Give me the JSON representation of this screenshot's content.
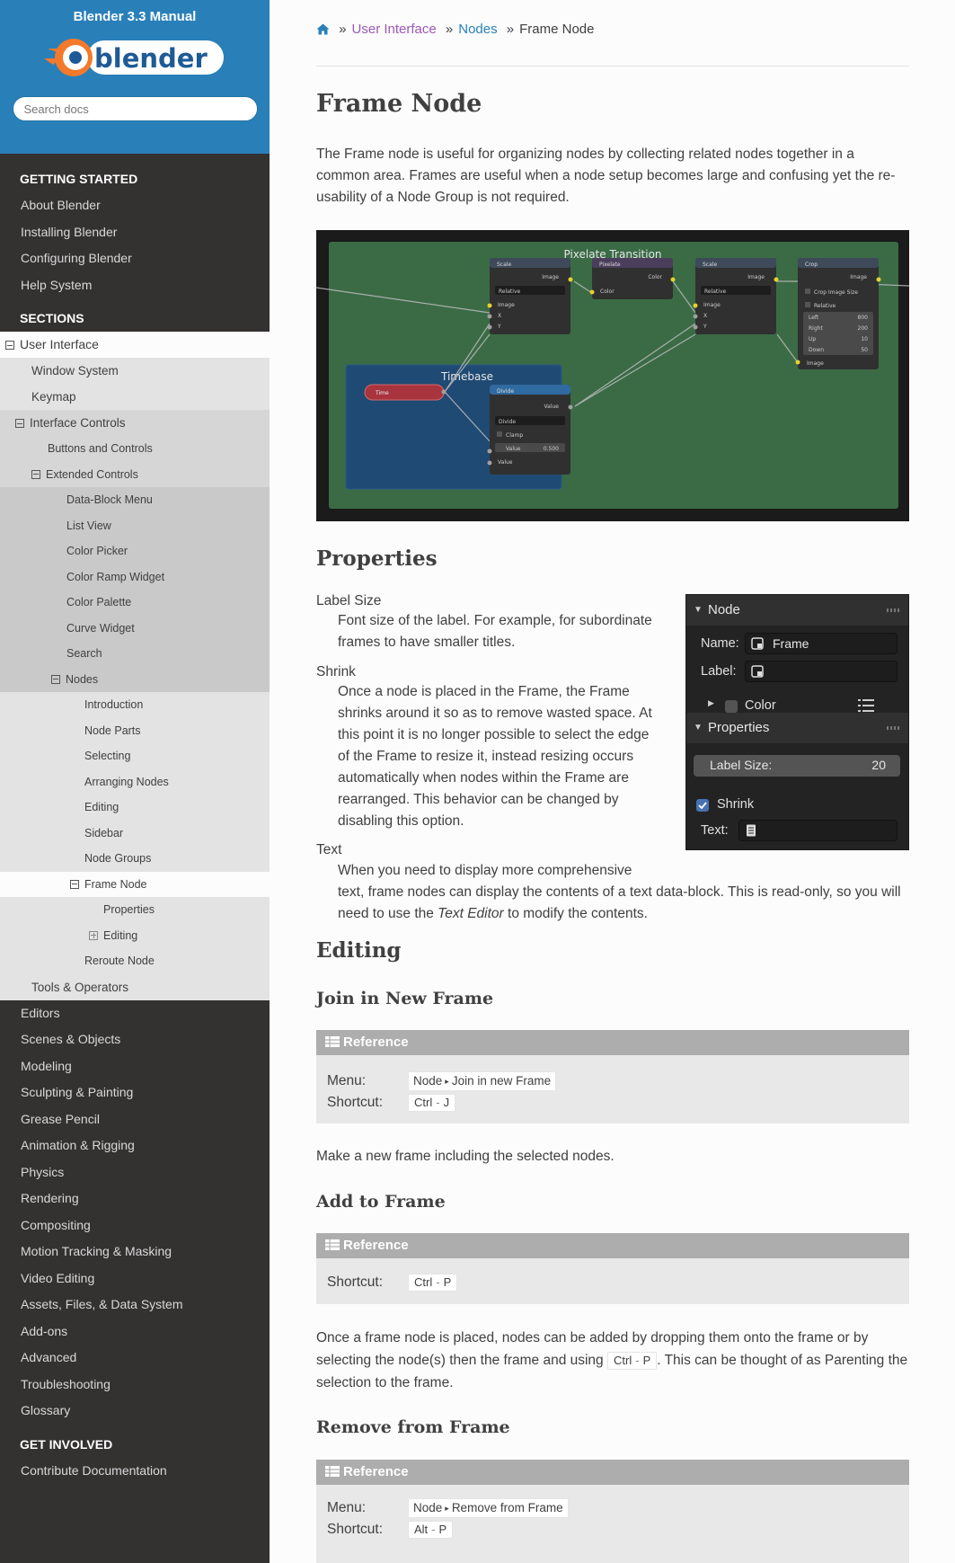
{
  "sidebar": {
    "version": "Blender 3.3 Manual",
    "logo_text": "blender",
    "search_placeholder": "Search docs",
    "cap_getting_started": "GETTING STARTED",
    "getting_started": [
      "About Blender",
      "Installing Blender",
      "Configuring Blender",
      "Help System"
    ],
    "cap_sections": "SECTIONS",
    "ui": {
      "user_interface": "User Interface",
      "window_system": "Window System",
      "keymap": "Keymap",
      "interface_controls": "Interface Controls",
      "buttons_and_controls": "Buttons and Controls",
      "extended_controls": "Extended Controls",
      "extended_items": [
        "Data-Block Menu",
        "List View",
        "Color Picker",
        "Color Ramp Widget",
        "Color Palette",
        "Curve Widget",
        "Search"
      ],
      "nodes": "Nodes",
      "node_items": [
        "Introduction",
        "Node Parts",
        "Selecting",
        "Arranging Nodes",
        "Editing",
        "Sidebar",
        "Node Groups"
      ],
      "frame_node": "Frame Node",
      "frame_properties": "Properties",
      "frame_editing": "Editing",
      "reroute_node": "Reroute Node",
      "tools_operators": "Tools & Operators"
    },
    "sections": [
      "Editors",
      "Scenes & Objects",
      "Modeling",
      "Sculpting & Painting",
      "Grease Pencil",
      "Animation & Rigging",
      "Physics",
      "Rendering",
      "Compositing",
      "Motion Tracking & Masking",
      "Video Editing",
      "Assets, Files, & Data System",
      "Add-ons",
      "Advanced",
      "Troubleshooting",
      "Glossary"
    ],
    "cap_get_involved": "GET INVOLVED",
    "get_involved": [
      "Contribute Documentation"
    ]
  },
  "breadcrumbs": {
    "sep": "»",
    "items": [
      "User Interface",
      "Nodes",
      "Frame Node"
    ]
  },
  "page": {
    "title": "Frame Node",
    "intro": "The Frame node is useful for organizing nodes by collecting related nodes together in a common area. Frames are useful when a node setup becomes large and confusing yet the re-usability of a Node Group is not required.",
    "graph": {
      "frame_main": "Pixelate Transition",
      "frame_timebase": "Timebase",
      "nodes": {
        "scale1": "Scale",
        "pixelate": "Pixelate",
        "scale2": "Scale",
        "crop": "Crop",
        "time": "Time",
        "divide": "Divide"
      },
      "sockets": {
        "image": "Image",
        "color": "Color",
        "relative": "Relative",
        "x": "X",
        "y": "Y",
        "value": "Value",
        "divide": "Divide",
        "clamp": "Clamp",
        "crop_image_size": "Crop Image Size",
        "left": "Left",
        "left_v": "800",
        "right": "Right",
        "right_v": "200",
        "up": "Up",
        "up_v": "10",
        "down": "Down",
        "down_v": "50",
        "value_v": "0.500"
      }
    },
    "properties_heading": "Properties",
    "defs": [
      {
        "term": "Label Size",
        "desc": "Font size of the label. For example, for subordinate frames to have smaller titles."
      },
      {
        "term": "Shrink",
        "desc": "Once a node is placed in the Frame, the Frame shrinks around it so as to remove wasted space. At this point it is no longer possible to select the edge of the Frame to resize it, instead resizing occurs automatically when nodes within the Frame are rearranged. This behavior can be changed by disabling this option."
      },
      {
        "term": "Text",
        "desc_a": "When you need to display more comprehensive",
        "desc_b": "text, frame nodes can display the contents of a text data-block. This is read-only, so you will need to use the ",
        "desc_em": "Text Editor",
        "desc_c": " to modify the contents."
      }
    ],
    "panel": {
      "node_header": "Node",
      "name_label": "Name:",
      "name_value": "Frame",
      "label_label": "Label:",
      "color_label": "Color",
      "properties_header": "Properties",
      "label_size_label": "Label Size:",
      "label_size_value": "20",
      "shrink_label": "Shrink",
      "text_label": "Text:"
    },
    "editing_heading": "Editing",
    "ref_header": "Reference",
    "menu_label": "Menu:",
    "shortcut_label": "Shortcut:",
    "join": {
      "heading": "Join in New Frame",
      "menu_a": "Node",
      "menu_b": "Join in new Frame",
      "key_a": "Ctrl",
      "key_b": "J",
      "desc": "Make a new frame including the selected nodes."
    },
    "add": {
      "heading": "Add to Frame",
      "key_a": "Ctrl",
      "key_b": "P",
      "desc_a": "Once a frame node is placed, nodes can be added by dropping them onto the frame or by selecting the node(s) then the frame and using",
      "desc_b": ". This can be thought of as Parenting the selection to the frame."
    },
    "remove": {
      "heading": "Remove from Frame",
      "menu_a": "Node",
      "menu_b": "Remove from Frame",
      "key_a": "Alt",
      "key_b": "P"
    }
  },
  "colors": {
    "sidebar_bg": "#343131",
    "sidebar_head": "#2980b9",
    "link_blue": "#2980b9",
    "link_visited": "#9b59b6",
    "frame_green": "#3a6b45",
    "frame_blue": "#1f4a73",
    "ref_header": "#adadad"
  }
}
